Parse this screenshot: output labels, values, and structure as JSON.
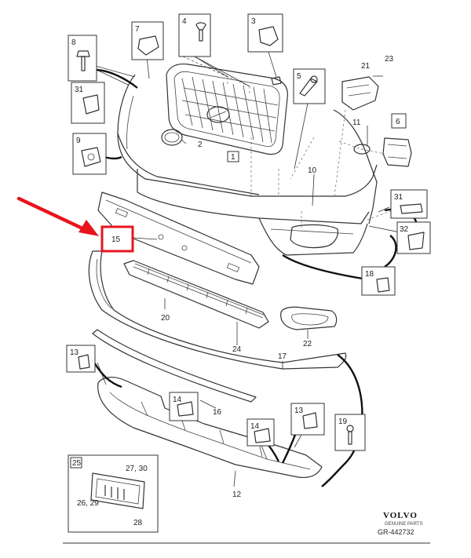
{
  "callouts": {
    "c1": "8",
    "c2": "7",
    "c3": "4",
    "c4": "3",
    "c5": "21",
    "c6": "23",
    "c7": "31",
    "c8": "5",
    "c9": "9",
    "c10": "2",
    "c11": "1",
    "c12": "11",
    "c13": "6",
    "c14": "10",
    "c15": "31",
    "c16": "32",
    "c17": "18",
    "c18": "15",
    "c19": "20",
    "c20": "24",
    "c21": "22",
    "c22": "17",
    "c23": "13",
    "c24": "14",
    "c25": "16",
    "c26": "13",
    "c27": "14",
    "c28": "19",
    "c29": "12",
    "c30": "25",
    "c31": "27, 30",
    "c32": "26, 29",
    "c33": "28"
  },
  "brand": {
    "name": "VOLVO",
    "subtitle": "GENUINE PARTS",
    "reference": "GR-442732"
  },
  "highlight_color": "#e8141c",
  "arrow_color": "#e8141c"
}
